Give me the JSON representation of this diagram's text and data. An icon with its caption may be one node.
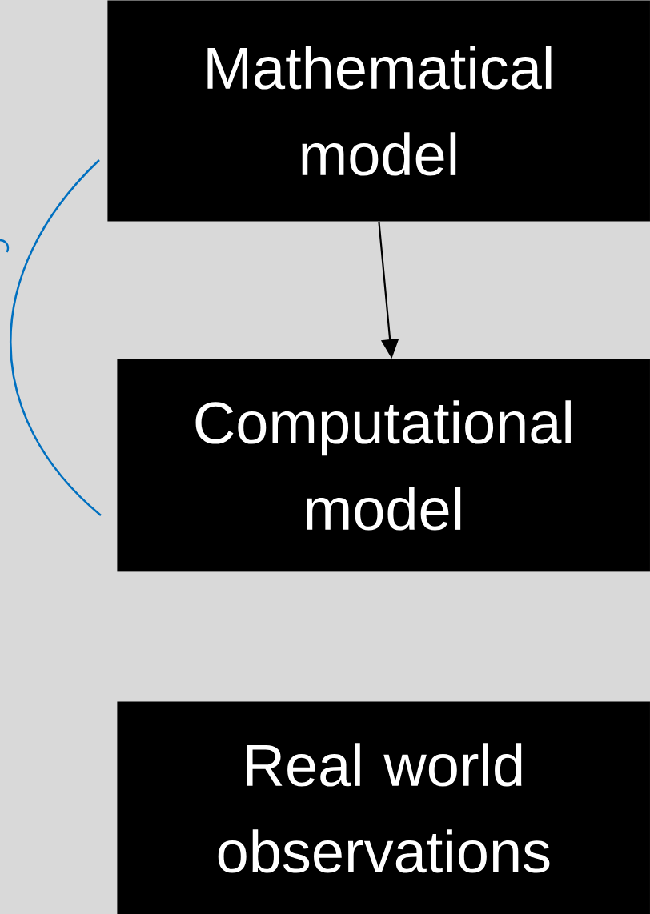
{
  "diagram": {
    "nodes": [
      {
        "text": [
          "Mathematical model"
        ]
      },
      {
        "text": [
          "Computational model"
        ]
      },
      {
        "text": [
          "Real world observations"
        ]
      }
    ],
    "edges": [
      {
        "from": 0,
        "to": 1,
        "arrow": "to"
      },
      {
        "from": 0,
        "to": 1,
        "arrow": "none",
        "color": "#0070c0"
      }
    ]
  }
}
